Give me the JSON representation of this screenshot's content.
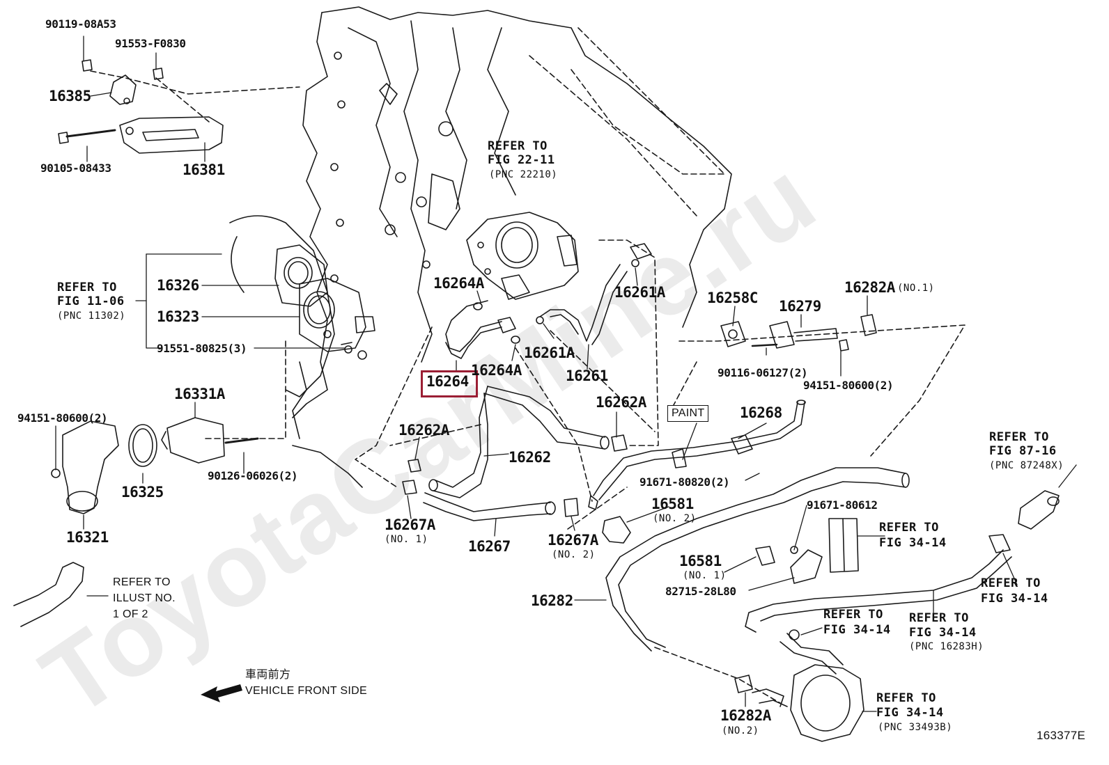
{
  "labels": {
    "p90119": "90119-08A53",
    "p91553": "91553-F0830",
    "p16385": "16385",
    "p90105": "90105-08433",
    "p16381": "16381",
    "refer_fig22_l1": "REFER TO",
    "refer_fig22_l2": "FIG 22-11",
    "refer_fig22_l3": "(PNC 22210)",
    "refer_fig11_l1": "REFER TO",
    "refer_fig11_l2": "FIG 11-06",
    "refer_fig11_l3": "(PNC 11302)",
    "p16326": "16326",
    "p16323": "16323",
    "p91551": "91551-80825(3)",
    "p16264A_top": "16264A",
    "p16264A_bot": "16264A",
    "p16264": "16264",
    "p16261A_top": "16261A",
    "p16261A_mid": "16261A",
    "p16261": "16261",
    "p16258C": "16258C",
    "p16279": "16279",
    "p16282A_top": "16282A",
    "p16282A_top_no": "(NO.1)",
    "p90116": "90116-06127(2)",
    "p94151_right": "94151-80600(2)",
    "p16331A": "16331A",
    "p94151_left": "94151-80600(2)",
    "p16325": "16325",
    "p90126": "90126-06026(2)",
    "p16321": "16321",
    "p16262A_left": "16262A",
    "p16262A_right": "16262A",
    "p16262": "16262",
    "paint": "PAINT",
    "p16268": "16268",
    "p91671_80820": "91671-80820(2)",
    "p16581_top": "16581",
    "p16581_top_no": "(NO. 2)",
    "p91671_80612": "91671-80612",
    "p16267A_left": "16267A",
    "p16267A_left_no": "(NO. 1)",
    "p16267": "16267",
    "p16267A_right": "16267A",
    "p16267A_right_no": "(NO. 2)",
    "refer_fig87_l1": "REFER TO",
    "refer_fig87_l2": "FIG 87-16",
    "refer_fig87_l3": "(PNC 87248X)",
    "refer_fig34a_l1": "REFER TO",
    "refer_fig34a_l2": "FIG 34-14",
    "refer_fig34b_l1": "REFER TO",
    "refer_fig34b_l2": "FIG 34-14",
    "p16581_bot": "16581",
    "p16581_bot_no": "(NO. 1)",
    "p82715": "82715-28L80",
    "p16282": "16282",
    "refer_illust_l1": "REFER TO",
    "refer_illust_l2": "ILLUST NO.",
    "refer_illust_l3": "1 OF 2",
    "refer_fig34c_l1": "REFER TO",
    "refer_fig34c_l2": "FIG 34-14",
    "refer_fig34d_l1": "REFER TO",
    "refer_fig34d_l2": "FIG 34-14",
    "refer_fig34d_l3": "(PNC 16283H)",
    "front_jp": "車両前方",
    "front_en": "VEHICLE FRONT SIDE",
    "p16282A_bot": "16282A",
    "p16282A_bot_no": "(NO.2)",
    "refer_fig34e_l1": "REFER TO",
    "refer_fig34e_l2": "FIG 34-14",
    "refer_fig34e_l3": "(PNC 33493B)",
    "fig_id": "163377E"
  },
  "watermark": "ToyotaCarMine.ru",
  "highlight_color": "#9b1e34"
}
